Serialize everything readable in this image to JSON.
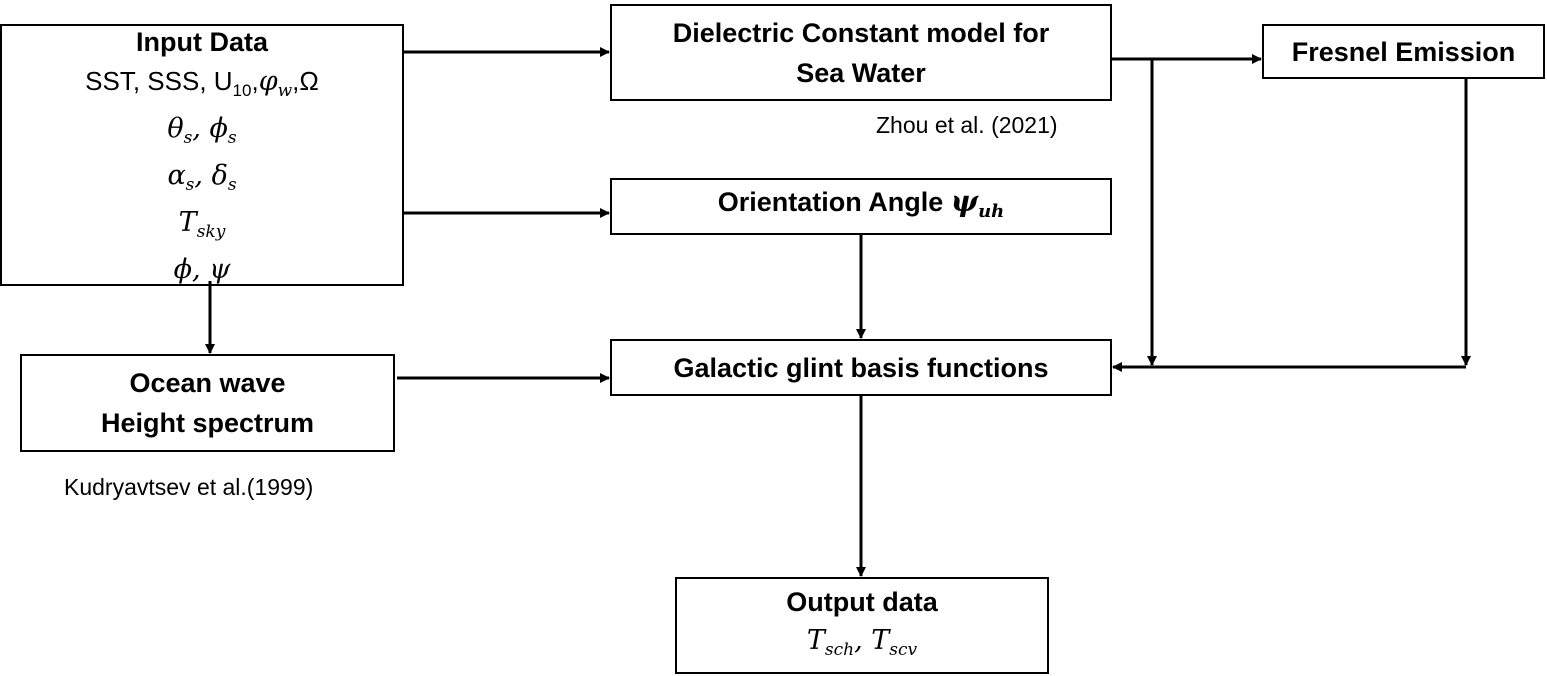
{
  "input_box": {
    "title": "Input Data",
    "line1_prefix": "SST, SSS, U",
    "line1_u_sub": "10",
    "line1_sep": ",",
    "line1_phi": "φ",
    "line1_phi_sub": "w",
    "line1_omega": ",Ω",
    "theta": "θ",
    "theta_sub": "s",
    "phi_s": ", ϕ",
    "phi_s_sub": "s",
    "alpha": "α",
    "alpha_sub": "s",
    "delta": ", δ",
    "delta_sub": "s",
    "t": "T",
    "t_sub": "sky",
    "last": "ϕ, ψ"
  },
  "dielectric_box": {
    "line1": "Dielectric Constant model for",
    "line2": "Sea Water"
  },
  "dielectric_cite": "Zhou et al. (2021)",
  "fresnel_box": {
    "title": "Fresnel Emission"
  },
  "orientation_box": {
    "title": "Orientation Angle ",
    "psi": "ψ",
    "psi_sub": "uh"
  },
  "ocean_box": {
    "line1": "Ocean wave",
    "line2": "Height spectrum"
  },
  "ocean_cite": "Kudryavtsev et al.(1999)",
  "galactic_box": {
    "title": "Galactic glint basis functions"
  },
  "output_box": {
    "title": "Output data",
    "t1": "T",
    "t1_sub": "sch",
    "sep": ", ",
    "t2": "T",
    "t2_sub": "scv"
  }
}
